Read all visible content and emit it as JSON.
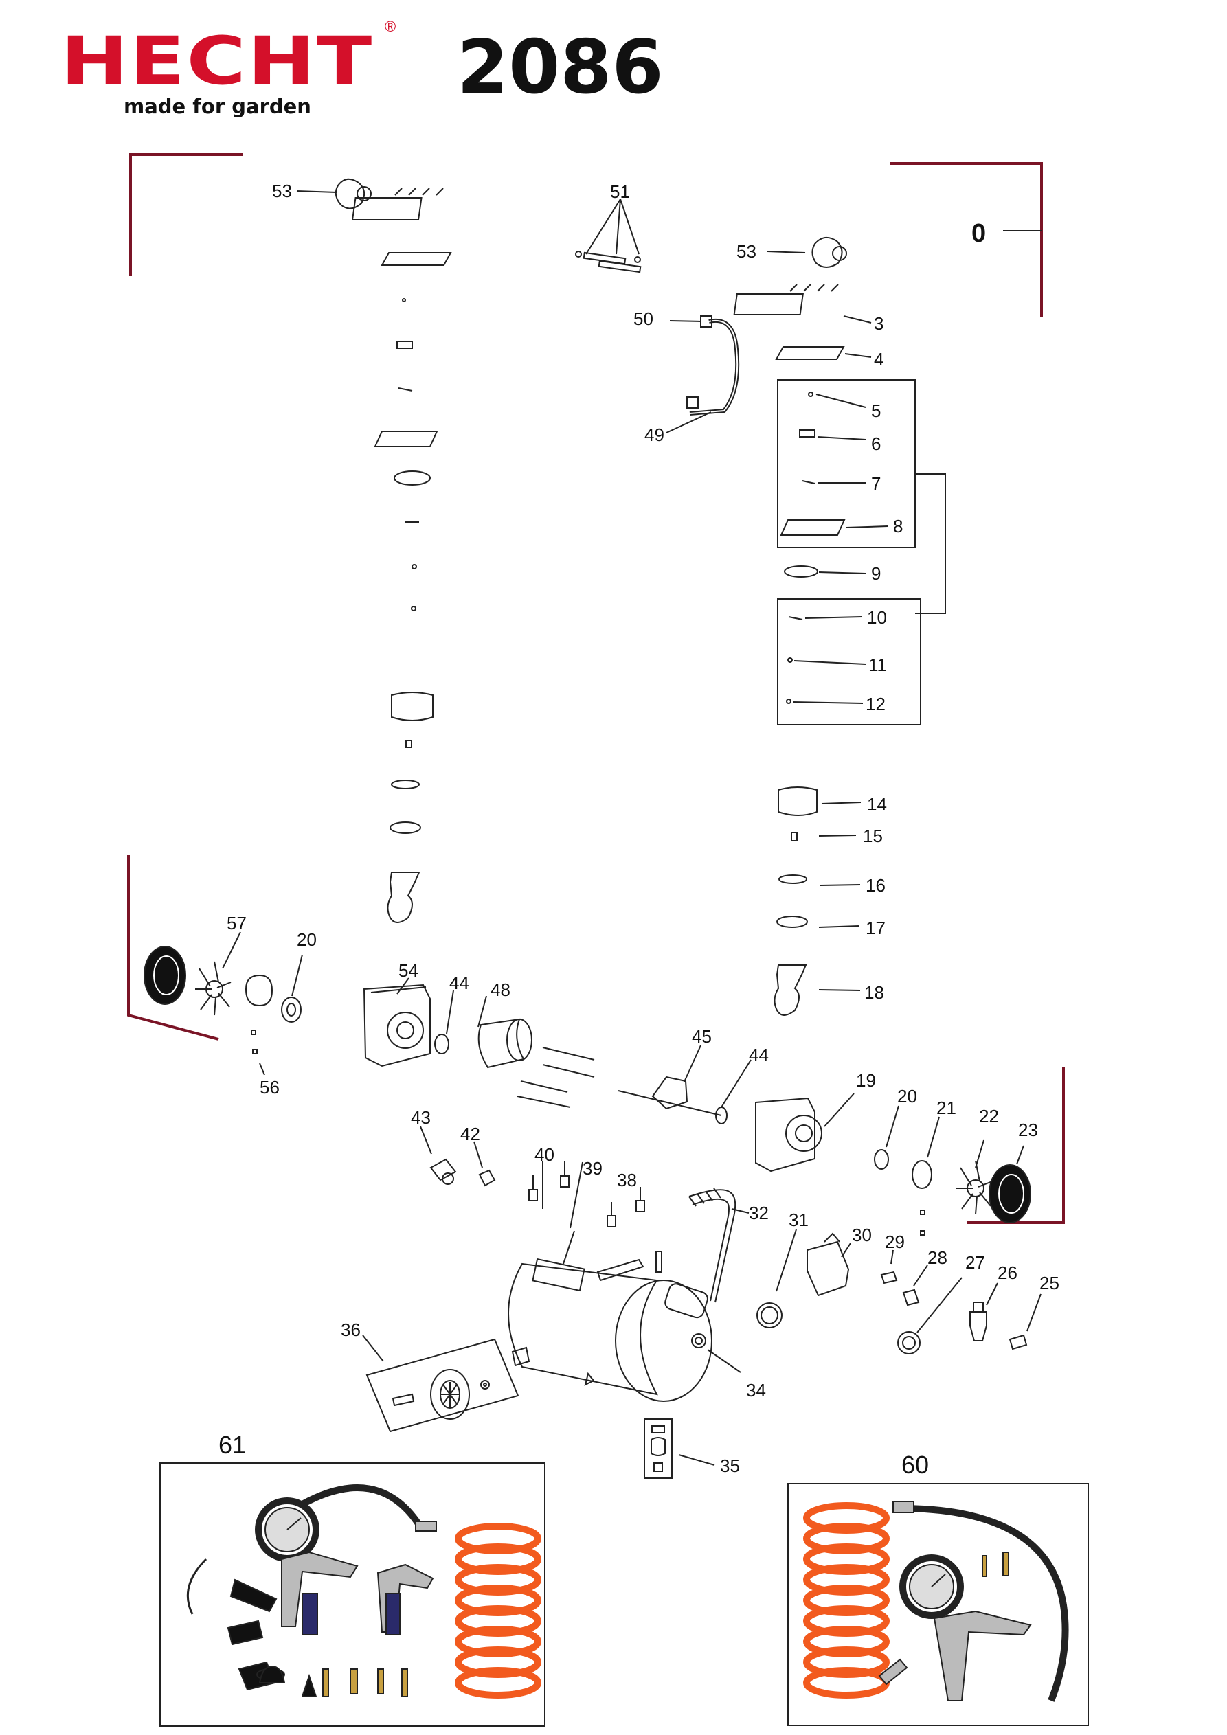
{
  "header": {
    "brand": "HECHT",
    "registered_mark": "®",
    "tagline": "made for garden",
    "model": "2086"
  },
  "colors": {
    "brand_red": "#d4102a",
    "bracket_red": "#7a1426",
    "line": "#222222",
    "hose_orange": "#f25a1e"
  },
  "assembly_label": "0",
  "part_labels": {
    "p53a": "53",
    "p51": "51",
    "p53b": "53",
    "p50": "50",
    "p49": "49",
    "p3": "3",
    "p4": "4",
    "p5": "5",
    "p6": "6",
    "p7": "7",
    "p8": "8",
    "p9": "9",
    "p10": "10",
    "p11": "11",
    "p12": "12",
    "p14": "14",
    "p15": "15",
    "p16": "16",
    "p17": "17",
    "p18": "18",
    "p57": "57",
    "p20a": "20",
    "p54": "54",
    "p44a": "44",
    "p48": "48",
    "p56": "56",
    "p45": "45",
    "p44b": "44",
    "p19": "19",
    "p20b": "20",
    "p21": "21",
    "p22": "22",
    "p23": "23",
    "p43": "43",
    "p42": "42",
    "p40": "40",
    "p39": "39",
    "p38": "38",
    "p32": "32",
    "p31": "31",
    "p30": "30",
    "p29": "29",
    "p28": "28",
    "p27": "27",
    "p26": "26",
    "p25": "25",
    "p36": "36",
    "p34": "34",
    "p35": "35"
  },
  "kits": {
    "kit61_label": "61",
    "kit60_label": "60"
  }
}
